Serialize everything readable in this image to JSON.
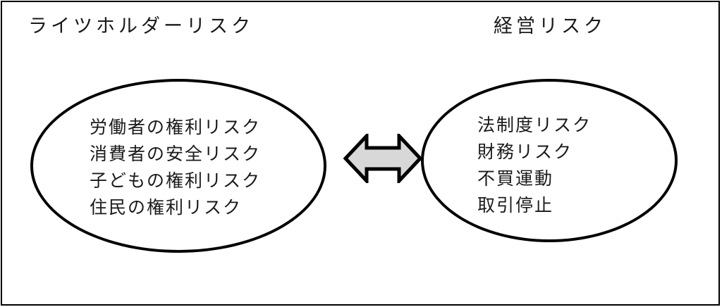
{
  "diagram": {
    "left_title": "ライツホルダーリスク",
    "right_title": "経営リスク",
    "left_ellipse": {
      "lines": [
        "労働者の権利リスク",
        "消費者の安全リスク",
        "子どもの権利リスク",
        "住民の権利リスク"
      ]
    },
    "right_ellipse": {
      "lines": [
        "法制度リスク",
        "財務リスク",
        "不買運動",
        "取引停止"
      ]
    },
    "arrow": {
      "icon": "double-headed-arrow",
      "fill": "#d8d8d8",
      "stroke": "#000000"
    },
    "colors": {
      "background": "#ffffff",
      "line": "#000000",
      "text": "#1a1a1a"
    }
  }
}
